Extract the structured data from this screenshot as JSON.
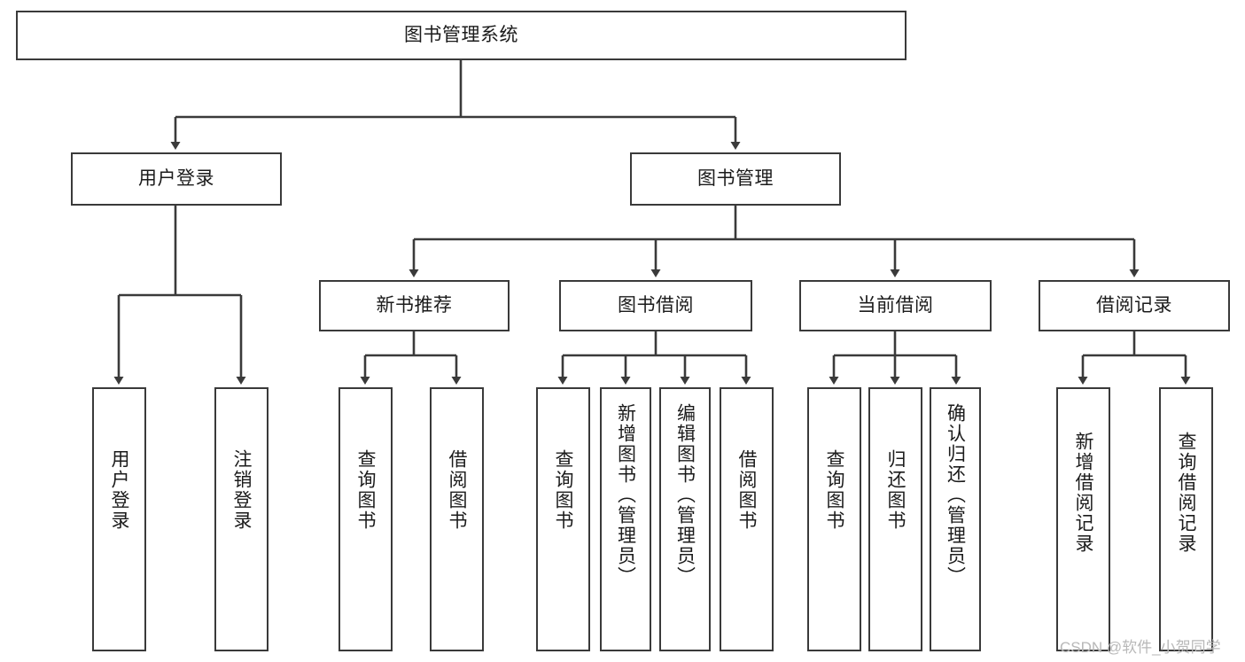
{
  "diagram": {
    "type": "hierarchy-tree",
    "title": "图书管理系统",
    "levels": 4,
    "nodes": {
      "root": {
        "label": "图书管理系统",
        "level": 1,
        "orientation": "horizontal"
      },
      "l2_user_login": {
        "label": "用户登录",
        "level": 2,
        "orientation": "horizontal"
      },
      "l2_book_mgmt": {
        "label": "图书管理",
        "level": 2,
        "orientation": "horizontal"
      },
      "l3_new_book_rec": {
        "label": "新书推荐",
        "level": 3,
        "orientation": "horizontal"
      },
      "l3_book_borrow": {
        "label": "图书借阅",
        "level": 3,
        "orientation": "horizontal"
      },
      "l3_current_borrow": {
        "label": "当前借阅",
        "level": 3,
        "orientation": "horizontal"
      },
      "l3_borrow_record": {
        "label": "借阅记录",
        "level": 3,
        "orientation": "horizontal"
      },
      "l4_user_login": {
        "label": "用户登录",
        "level": 4,
        "orientation": "vertical"
      },
      "l4_logout": {
        "label": "注销登录",
        "level": 4,
        "orientation": "vertical"
      },
      "l4_query_book_a": {
        "label": "查询图书",
        "level": 4,
        "orientation": "vertical"
      },
      "l4_borrow_book_a": {
        "label": "借阅图书",
        "level": 4,
        "orientation": "vertical"
      },
      "l4_query_book_b": {
        "label": "查询图书",
        "level": 4,
        "orientation": "vertical"
      },
      "l4_add_book": {
        "label": "新增图书（管理员）",
        "level": 4,
        "orientation": "vertical"
      },
      "l4_edit_book": {
        "label": "编辑图书（管理员）",
        "level": 4,
        "orientation": "vertical"
      },
      "l4_borrow_book_b": {
        "label": "借阅图书",
        "level": 4,
        "orientation": "vertical"
      },
      "l4_query_book_c": {
        "label": "查询图书",
        "level": 4,
        "orientation": "vertical"
      },
      "l4_return_book": {
        "label": "归还图书",
        "level": 4,
        "orientation": "vertical"
      },
      "l4_confirm_return": {
        "label": "确认归还（管理员）",
        "level": 4,
        "orientation": "vertical"
      },
      "l4_add_record": {
        "label": "新增借阅记录",
        "level": 4,
        "orientation": "vertical"
      },
      "l4_query_record": {
        "label": "查询借阅记录",
        "level": 4,
        "orientation": "vertical"
      }
    },
    "edges": [
      {
        "from": "root",
        "to": "l2_user_login"
      },
      {
        "from": "root",
        "to": "l2_book_mgmt"
      },
      {
        "from": "l2_user_login",
        "to": "l4_user_login"
      },
      {
        "from": "l2_user_login",
        "to": "l4_logout"
      },
      {
        "from": "l2_book_mgmt",
        "to": "l3_new_book_rec"
      },
      {
        "from": "l2_book_mgmt",
        "to": "l3_book_borrow"
      },
      {
        "from": "l2_book_mgmt",
        "to": "l3_current_borrow"
      },
      {
        "from": "l2_book_mgmt",
        "to": "l3_borrow_record"
      },
      {
        "from": "l3_new_book_rec",
        "to": "l4_query_book_a"
      },
      {
        "from": "l3_new_book_rec",
        "to": "l4_borrow_book_a"
      },
      {
        "from": "l3_book_borrow",
        "to": "l4_query_book_b"
      },
      {
        "from": "l3_book_borrow",
        "to": "l4_add_book"
      },
      {
        "from": "l3_book_borrow",
        "to": "l4_edit_book"
      },
      {
        "from": "l3_book_borrow",
        "to": "l4_borrow_book_b"
      },
      {
        "from": "l3_current_borrow",
        "to": "l4_query_book_c"
      },
      {
        "from": "l3_current_borrow",
        "to": "l4_return_book"
      },
      {
        "from": "l3_current_borrow",
        "to": "l4_confirm_return"
      },
      {
        "from": "l3_borrow_record",
        "to": "l4_add_record"
      },
      {
        "from": "l3_borrow_record",
        "to": "l4_query_record"
      }
    ],
    "colors": {
      "stroke": "#3a3a3a",
      "node_fill": "#ffffff",
      "text": "#1b1b1b",
      "background": "#ffffff",
      "watermark": "#b8b8b8"
    }
  },
  "watermark": {
    "text": "CSDN @软件_小贺同学"
  }
}
